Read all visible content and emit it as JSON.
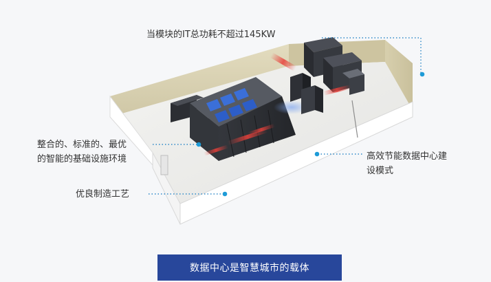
{
  "callouts": {
    "power": "当模块的IT总功耗不超过145KW",
    "integrated_line1": "整合的、标准的、最优",
    "integrated_line2": "的智能的基础设施环境",
    "efficient_line1": "高效节能数据中心建",
    "efficient_line2": "设模式",
    "quality": "优良制造工艺"
  },
  "banner": {
    "label": "数据中心是智慧城市的载体"
  },
  "colors": {
    "accent_dot": "#1e9bd7",
    "banner_bg": "#28479b",
    "hot_air": "#e8403a",
    "cold_air": "#3b6fd8"
  }
}
